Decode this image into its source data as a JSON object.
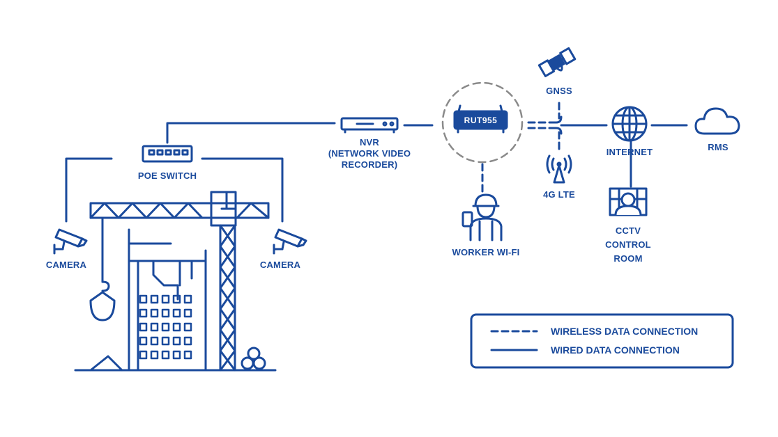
{
  "labels": {
    "poe_switch": "POE SWITCH",
    "camera_left": "CAMERA",
    "camera_right": "CAMERA",
    "nvr_line1": "NVR",
    "nvr_line2": "(NETWORK VIDEO",
    "nvr_line3": "RECORDER)",
    "router": "RUT955",
    "gnss": "GNSS",
    "lte": "4G LTE",
    "internet": "INTERNET",
    "rms": "RMS",
    "worker_wifi": "WORKER WI-FI",
    "cctv_line1": "CCTV",
    "cctv_line2": "CONTROL",
    "cctv_line3": "ROOM"
  },
  "legend": {
    "wireless": "WIRELESS DATA CONNECTION",
    "wired": "WIRED DATA CONNECTION"
  },
  "colors": {
    "primary": "#1a4a9c",
    "dashed_circle": "#8a8a8a",
    "background": "#ffffff"
  }
}
